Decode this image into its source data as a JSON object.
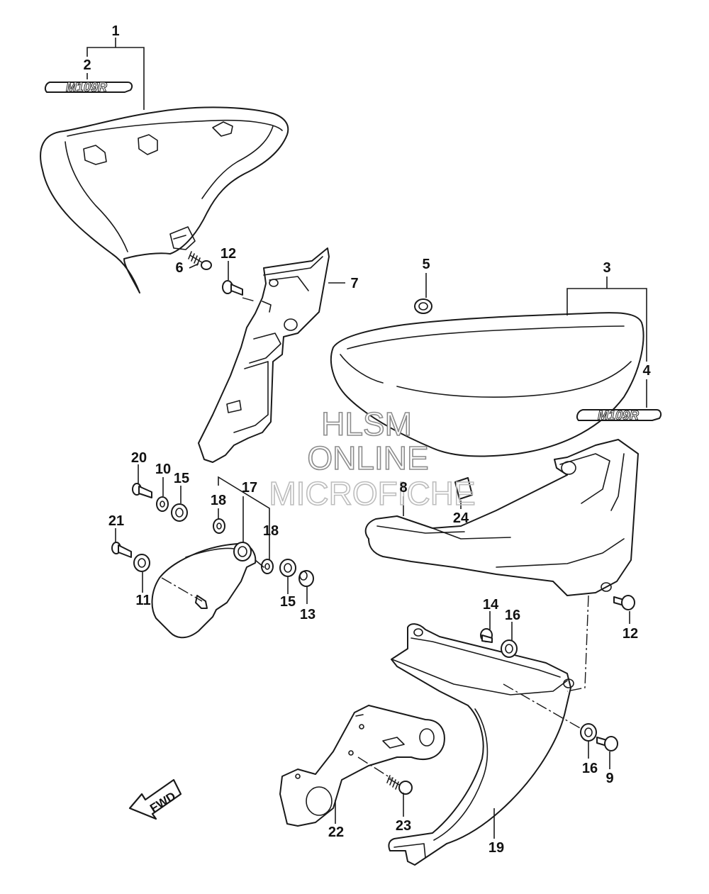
{
  "callouts": {
    "c1": "1",
    "c2": "2",
    "c3": "3",
    "c4": "4",
    "c5": "5",
    "c6": "6",
    "c7": "7",
    "c8": "8",
    "c9": "9",
    "c10": "10",
    "c11": "11",
    "c12a": "12",
    "c12b": "12",
    "c13": "13",
    "c14": "14",
    "c15a": "15",
    "c15b": "15",
    "c16a": "16",
    "c16b": "16",
    "c17": "17",
    "c18a": "18",
    "c18b": "18",
    "c19": "19",
    "c20": "20",
    "c21": "21",
    "c22": "22",
    "c23": "23",
    "c24": "24"
  },
  "emblem": {
    "left": "M109R",
    "right": "M109R"
  },
  "watermark": {
    "line1": "HLSM",
    "line2": "ONLINE",
    "line3": "MICROFICHE"
  },
  "direction": {
    "label": "FWD"
  }
}
